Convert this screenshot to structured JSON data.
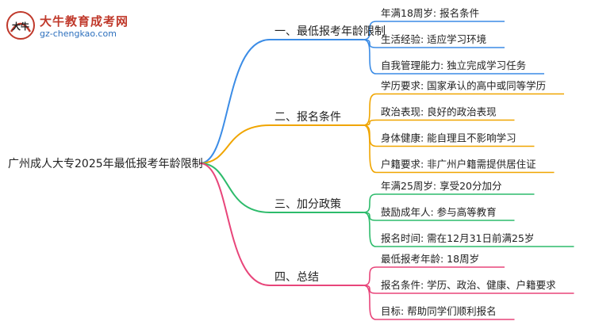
{
  "logo": {
    "title": "大牛教育成考网",
    "url": "gz-chengkao.com",
    "mark_text": "大牛"
  },
  "root": {
    "label": "广州成人大专2025年最低报考年龄限制"
  },
  "branches": [
    {
      "label": "一、最低报考年龄限制",
      "color": "#3b8ce6",
      "leaves": [
        "年满18周岁: 报名条件",
        "生活经验: 适应学习环境",
        "自我管理能力: 独立完成学习任务"
      ]
    },
    {
      "label": "二、报名条件",
      "color": "#f0a500",
      "leaves": [
        "学历要求: 国家承认的高中或同等学历",
        "政治表现: 良好的政治表现",
        "身体健康: 能自理且不影响学习",
        "户籍要求: 非广州户籍需提供居住证"
      ]
    },
    {
      "label": "三、加分政策",
      "color": "#2dbb6b",
      "leaves": [
        "年满25周岁: 享受20分加分",
        "鼓励成年人: 参与高等教育",
        "报名时间: 需在12月31日前满25岁"
      ]
    },
    {
      "label": "四、总结",
      "color": "#e8457a",
      "leaves": [
        "最低报考年龄: 18周岁",
        "报名条件: 学历、政治、健康、户籍要求",
        "目标: 帮助同学们顺利报名"
      ]
    }
  ]
}
